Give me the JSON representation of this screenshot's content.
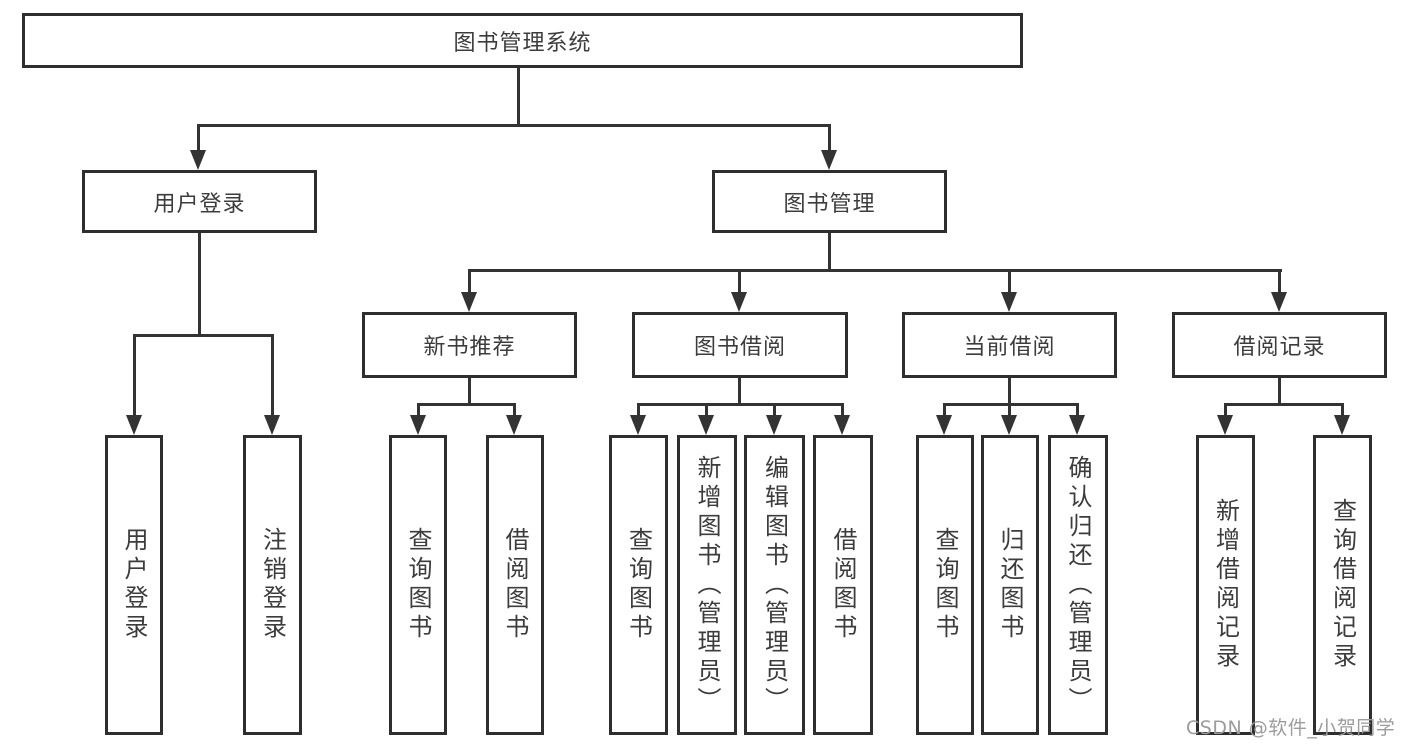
{
  "diagram_type": "hierarchy-tree",
  "colors": {
    "background": "#ffffff",
    "line": "#333333",
    "box_border": "#2e2e2e",
    "text": "#3c3c3c",
    "watermark": "#9c9c9c"
  },
  "tree": {
    "label": "图书管理系统",
    "children": [
      {
        "label": "用户登录",
        "children": [
          {
            "label": "用户登录"
          },
          {
            "label": "注销登录"
          }
        ]
      },
      {
        "label": "图书管理",
        "children": [
          {
            "label": "新书推荐",
            "children": [
              {
                "label": "查询图书"
              },
              {
                "label": "借阅图书"
              }
            ]
          },
          {
            "label": "图书借阅",
            "children": [
              {
                "label": "查询图书"
              },
              {
                "label": "新增图书（管理员）"
              },
              {
                "label": "编辑图书（管理员）"
              },
              {
                "label": "借阅图书"
              }
            ]
          },
          {
            "label": "当前借阅",
            "children": [
              {
                "label": "查询图书"
              },
              {
                "label": "归还图书"
              },
              {
                "label": "确认归还（管理员）"
              }
            ]
          },
          {
            "label": "借阅记录",
            "children": [
              {
                "label": "新增借阅记录"
              },
              {
                "label": "查询借阅记录"
              }
            ]
          }
        ]
      }
    ]
  },
  "watermark": {
    "text": "CSDN @软件_小贺同学"
  }
}
